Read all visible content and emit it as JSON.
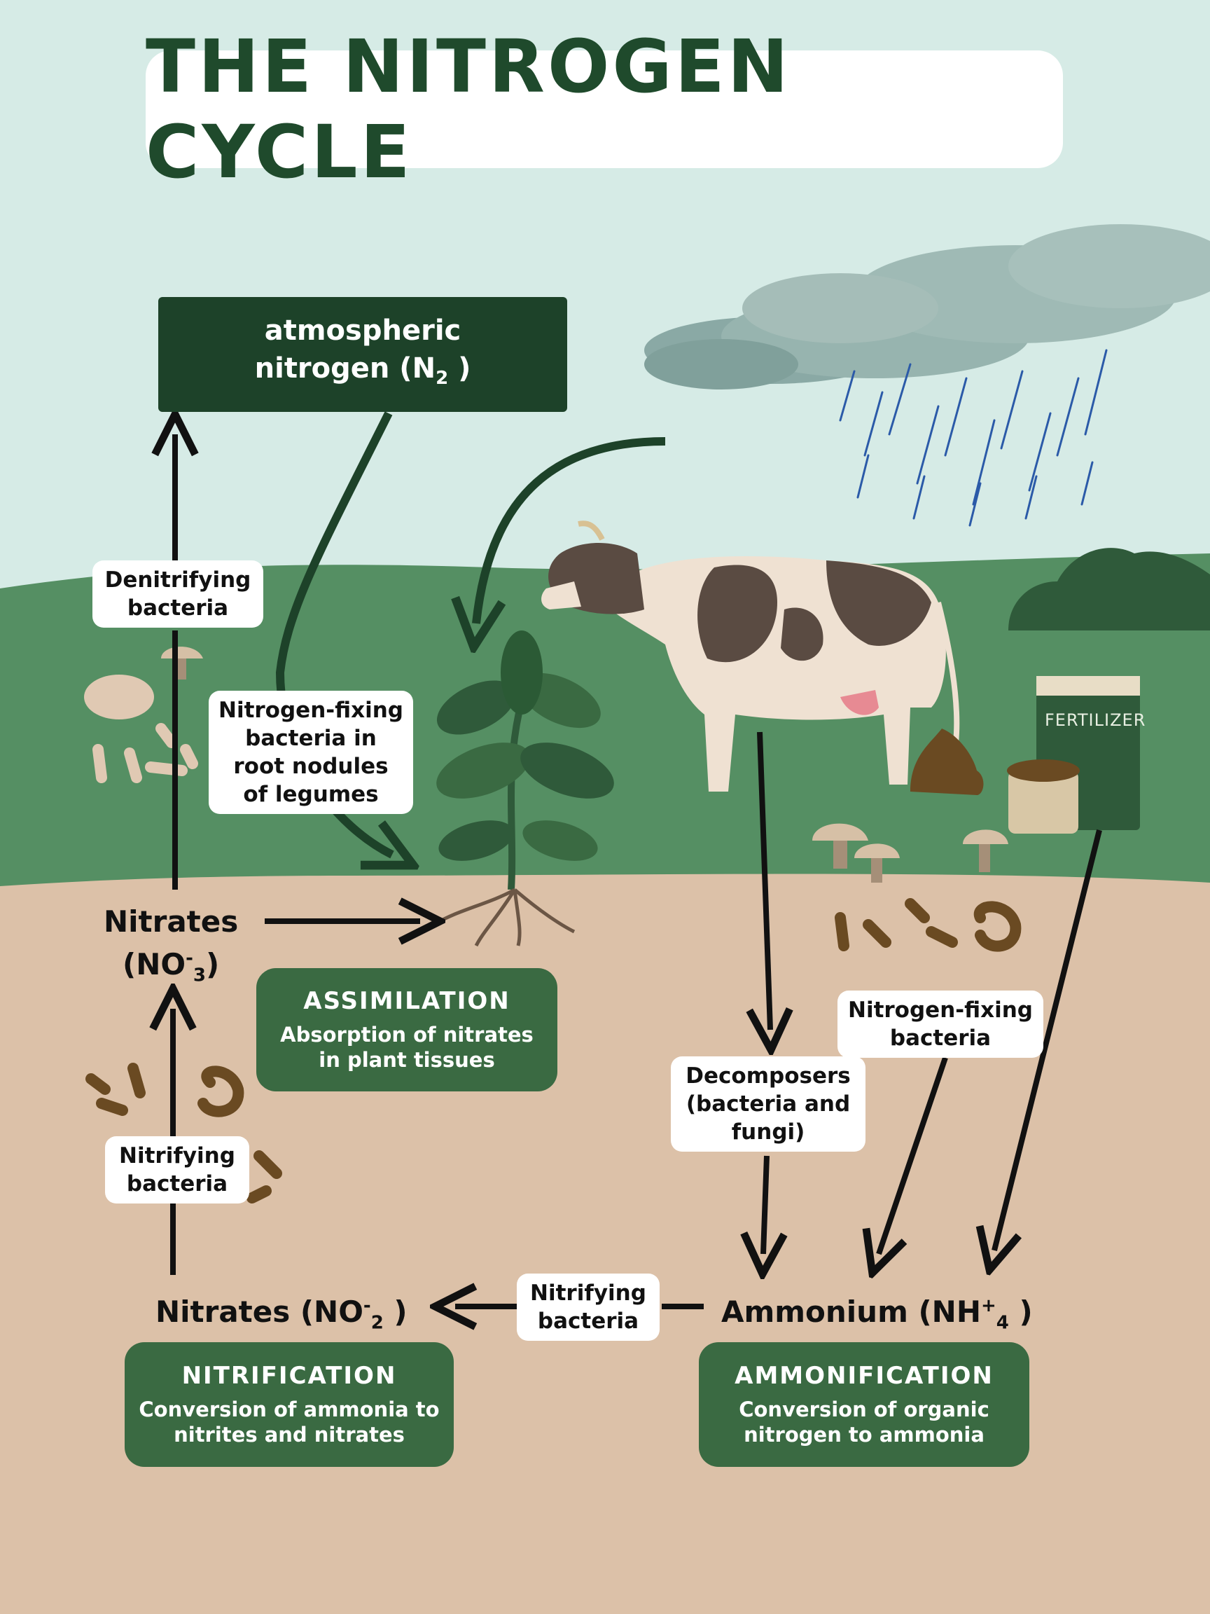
{
  "title": "THE NITROGEN CYCLE",
  "atmosphere": {
    "line1": "atmospheric",
    "line2_text": "nitrogen (N",
    "line2_sub": "2",
    "line2_end": " )"
  },
  "compounds": {
    "nitrates_top": {
      "name": "Nitrates",
      "formula_open": "(NO",
      "sup": "-",
      "sub": "3",
      "formula_close": ")"
    },
    "nitrates_bottom": {
      "text": "Nitrates (NO",
      "sup": "-",
      "sub": "2",
      "close": " )"
    },
    "ammonium": {
      "text": "Ammonium (NH",
      "sup": "+",
      "sub": "4",
      "close": " )"
    }
  },
  "labels": {
    "denitrifying": [
      "Denitrifying",
      "bacteria"
    ],
    "nitrogen_fixing_legumes": [
      "Nitrogen-fixing",
      "bacteria in",
      "root nodules",
      "of legumes"
    ],
    "nitrifying_left": [
      "Nitrifying",
      "bacteria"
    ],
    "nitrifying_bottom": [
      "Nitrifying",
      "bacteria"
    ],
    "decomposers": [
      "Decomposers",
      "(bacteria and",
      "fungi)"
    ],
    "nitrogen_fixing_soil": [
      "Nitrogen-fixing",
      "bacteria"
    ]
  },
  "panels": {
    "assimilation": {
      "heading": "ASSIMILATION",
      "desc": [
        "Absorption of nitrates",
        "in plant tissues"
      ]
    },
    "nitrification": {
      "heading": "NITRIFICATION",
      "desc": [
        "Conversion of ammonia to",
        "nitrites and nitrates"
      ]
    },
    "ammonification": {
      "heading": "AMMONIFICATION",
      "desc": [
        "Conversion of organic",
        "nitrogen to ammonia"
      ]
    }
  },
  "fertilizer_label": "FERTILIZER",
  "icons": [
    "cloud-icon",
    "rain-icon",
    "cow-icon",
    "plant-icon",
    "fertilizer-bag-icon",
    "mushroom-icon",
    "bacteria-icon",
    "manure-icon",
    "bush-icon"
  ],
  "colors": {
    "sky": "#d6ebe6",
    "grass": "#558f63",
    "soil": "#dcc1a8",
    "dark_green": "#1d4229",
    "panel_green": "#3a6a42"
  }
}
